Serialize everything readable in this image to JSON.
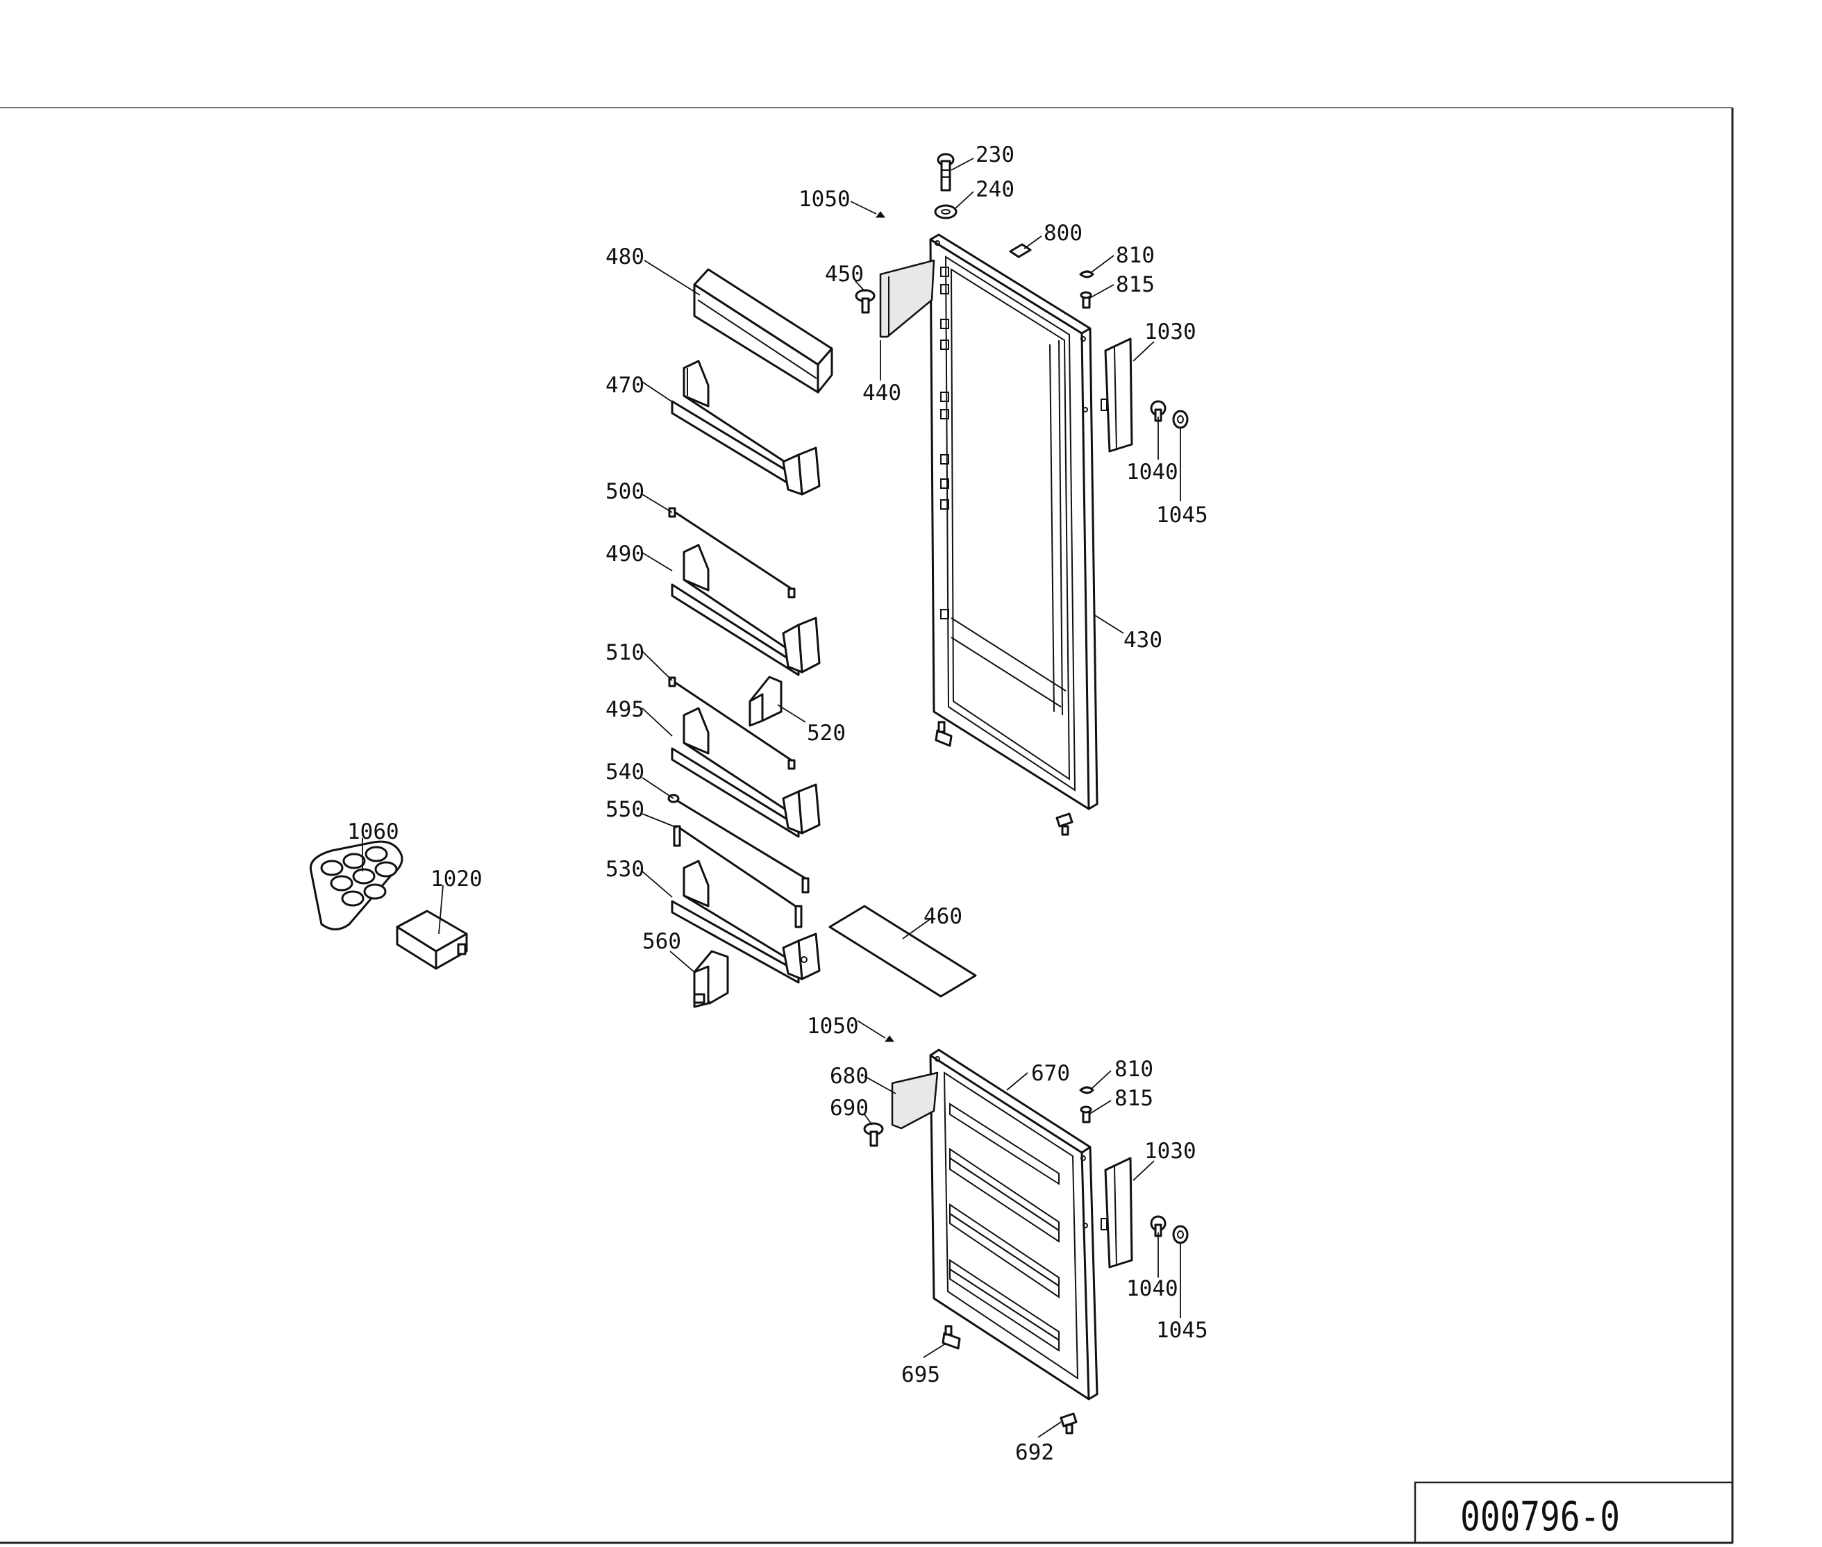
{
  "drawing_number": "000796-0",
  "labels": {
    "p230": "230",
    "p240": "240",
    "p1050a": "1050",
    "p800": "800",
    "p810a": "810",
    "p815a": "815",
    "p480": "480",
    "p450": "450",
    "p1030a": "1030",
    "p440": "440",
    "p470": "470",
    "p1040a": "1040",
    "p1045a": "1045",
    "p500": "500",
    "p490": "490",
    "p430": "430",
    "p510": "510",
    "p495": "495",
    "p520": "520",
    "p540": "540",
    "p550": "550",
    "p530": "530",
    "p1060": "1060",
    "p1020": "1020",
    "p460": "460",
    "p560": "560",
    "p1050b": "1050",
    "p680": "680",
    "p670": "670",
    "p810b": "810",
    "p815b": "815",
    "p690": "690",
    "p1030b": "1030",
    "p1040b": "1040",
    "p1045b": "1045",
    "p695": "695",
    "p692": "692"
  }
}
